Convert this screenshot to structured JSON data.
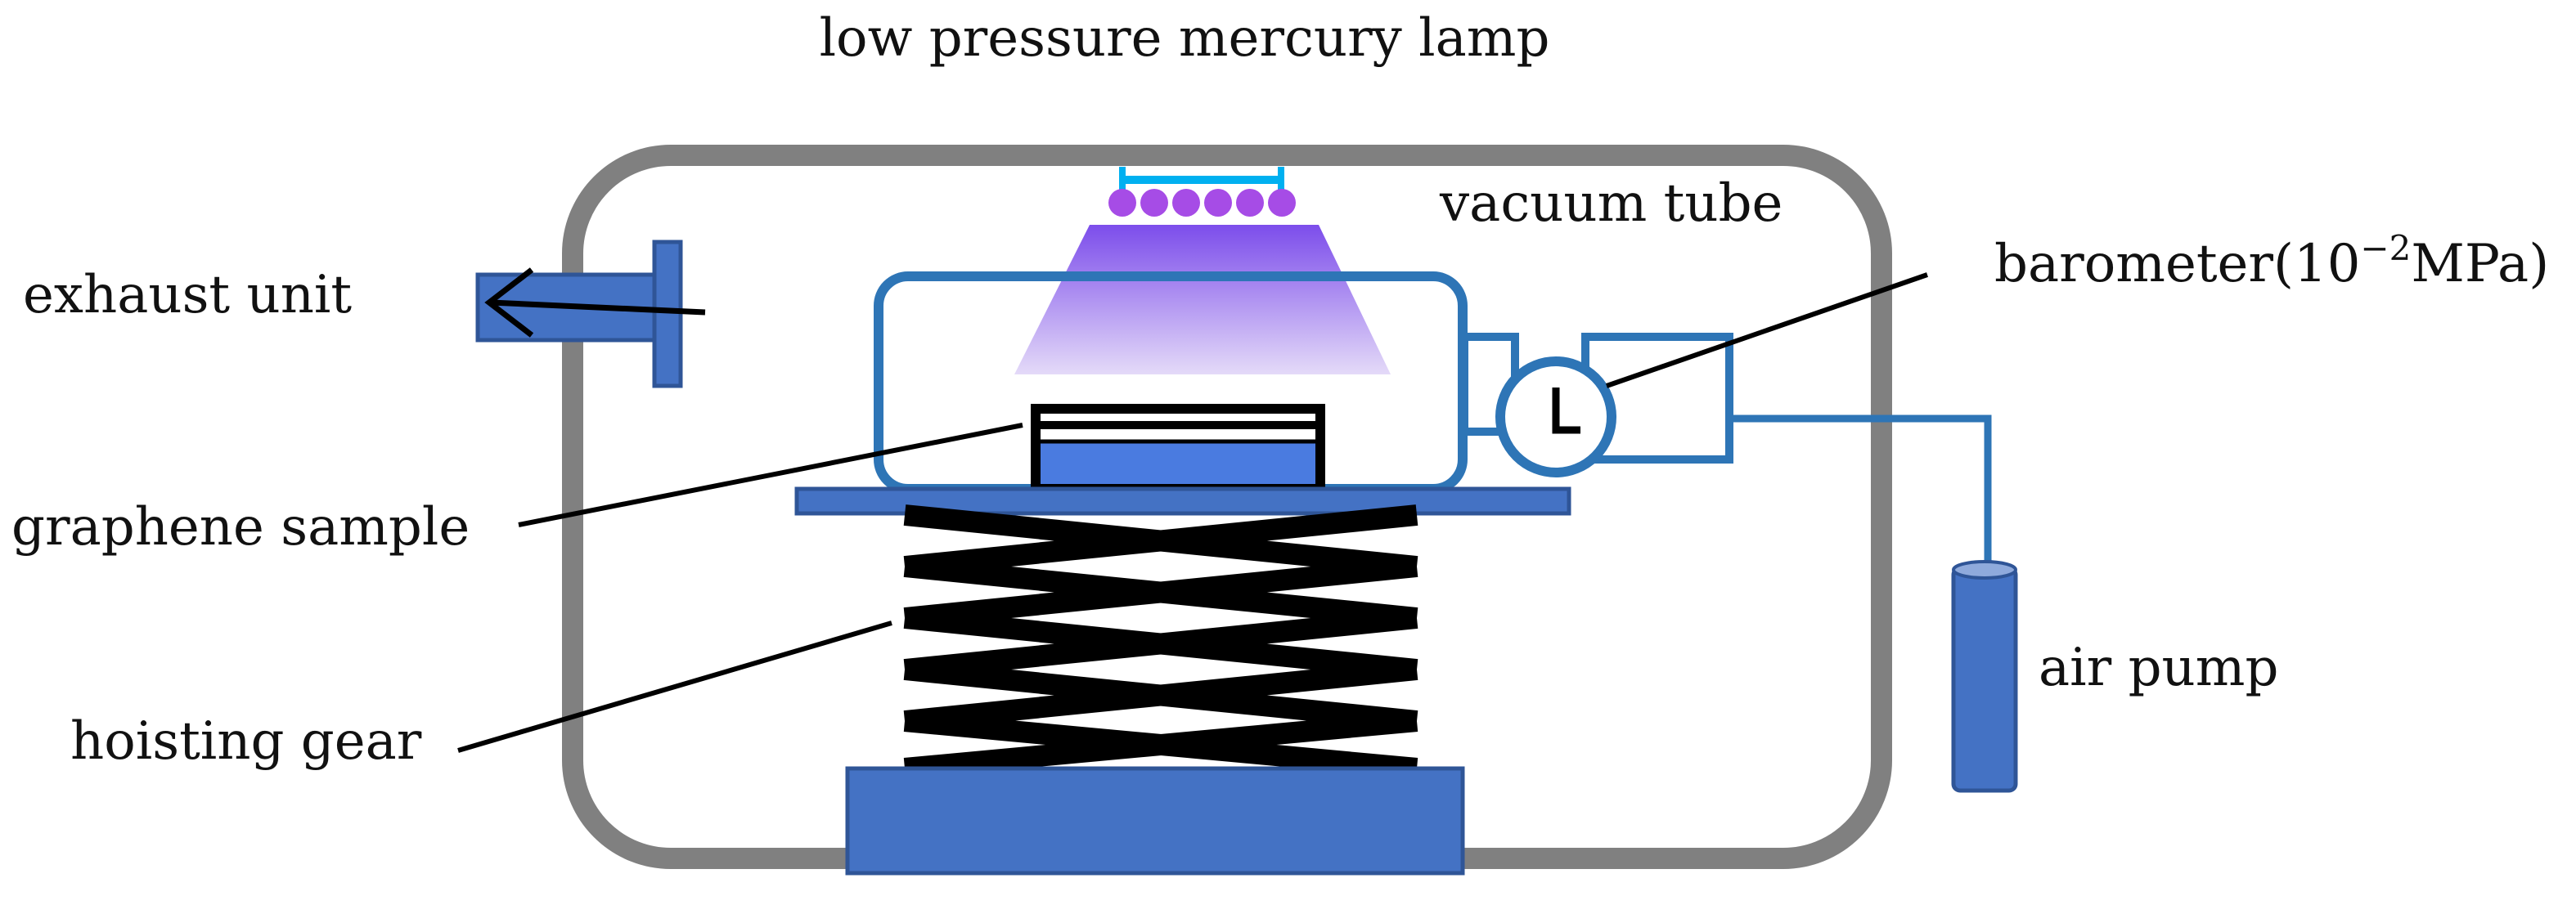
{
  "labels": {
    "lamp": "low pressure mercury lamp",
    "vacuum_tube": "vacuum tube",
    "exhaust_unit": "exhaust unit",
    "barometer_prefix": "barometer(10",
    "barometer_exp": "−2",
    "barometer_suffix": "MPa)",
    "graphene_sample": "graphene sample",
    "hoisting_gear": "hoisting gear",
    "air_pump": "air pump"
  },
  "colors": {
    "chamber_wall": "#808080",
    "blue_fill": "#4472C4",
    "blue_stroke": "#2F5597",
    "tube_stroke": "#2E75B6",
    "lamp_bar": "#00B0F0",
    "lamp_bulbs": "#A64CE6",
    "uv_light_top": "#7C4DEB",
    "uv_light_bottom": "#E4DAF8",
    "sample_fill": "#4A7BE0",
    "scissor": "#000000"
  }
}
